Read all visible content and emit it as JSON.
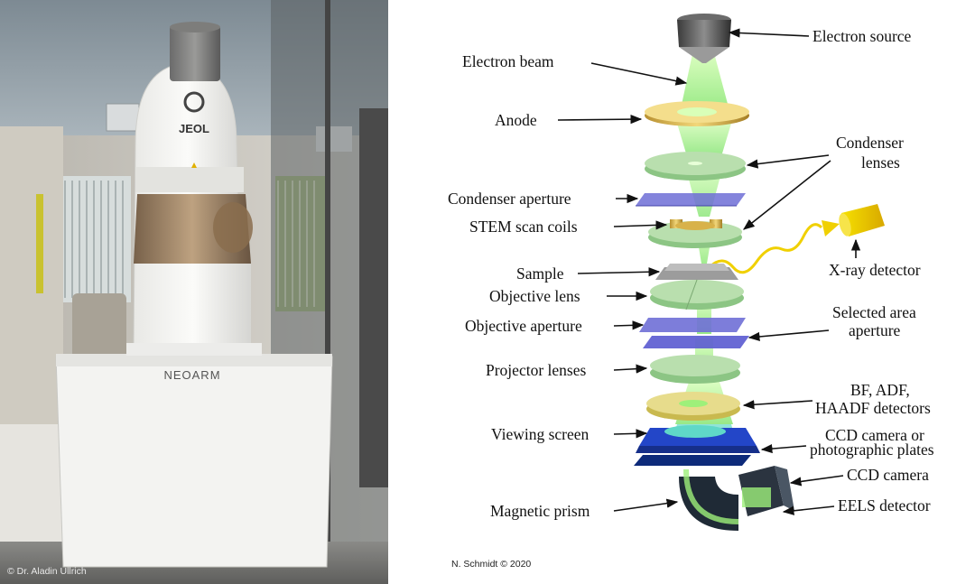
{
  "photo": {
    "logo_text": "JEOL",
    "model_text": "NEOARM",
    "credit": "© Dr. Aladin Ullrich"
  },
  "diagram": {
    "labels": {
      "electron_source": "Electron source",
      "electron_beam": "Electron beam",
      "anode": "Anode",
      "condenser_lenses_1": "Condenser",
      "condenser_lenses_2": "lenses",
      "condenser_aperture": "Condenser aperture",
      "stem_scan_coils": "STEM scan coils",
      "x_ray_detector": "X-ray detector",
      "sample": "Sample",
      "objective_lens": "Objective lens",
      "objective_aperture": "Objective aperture",
      "selected_area_1": "Selected area",
      "selected_area_2": "aperture",
      "projector_lenses": "Projector lenses",
      "detectors_1": "BF, ADF,",
      "detectors_2": "HAADF detectors",
      "viewing_screen": "Viewing screen",
      "ccd_plates_1": "CCD camera or",
      "ccd_plates_2": "photographic plates",
      "ccd_camera": "CCD camera",
      "magnetic_prism": "Magnetic prism",
      "eels_detector": "EELS detector"
    },
    "credit": "N. Schmidt © 2020"
  },
  "colors": {
    "lens_green": "#b9dfae",
    "aperture_blue": "#6f6fd6",
    "screen_blue": "#2346c8",
    "gold": "#d4b24a",
    "beam": "#9ef07a"
  }
}
